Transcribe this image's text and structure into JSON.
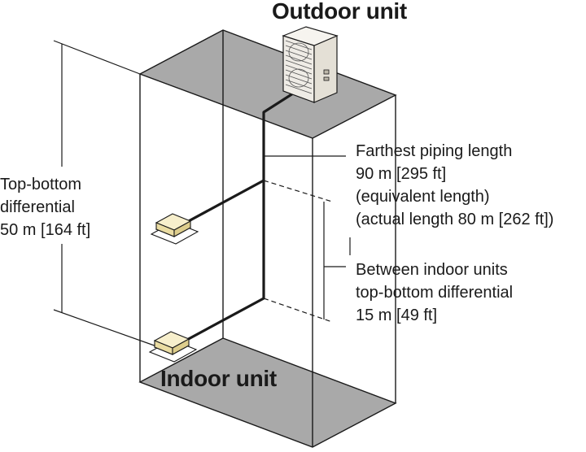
{
  "labels": {
    "outdoor_unit": "Outdoor unit",
    "indoor_unit": "Indoor unit"
  },
  "annotations": {
    "top_bottom": {
      "line1": "Top-bottom",
      "line2": "differential",
      "line3": "50 m [164 ft]"
    },
    "farthest_piping": {
      "line1": "Farthest piping length",
      "line2": "90 m [295 ft]",
      "line3": "(equivalent length)",
      "line4": "(actual length 80 m [262 ft])"
    },
    "between_indoor": {
      "line1": "Between indoor units",
      "line2": "top-bottom differential",
      "line3": "15 m [49 ft]"
    }
  },
  "colors": {
    "floor_fill": "#a9a9a9",
    "ceiling_fill": "#a9a9a9",
    "unit_fill": "#f2e6b8",
    "outdoor_fill": "#efece6",
    "line": "#1a1a1a"
  }
}
